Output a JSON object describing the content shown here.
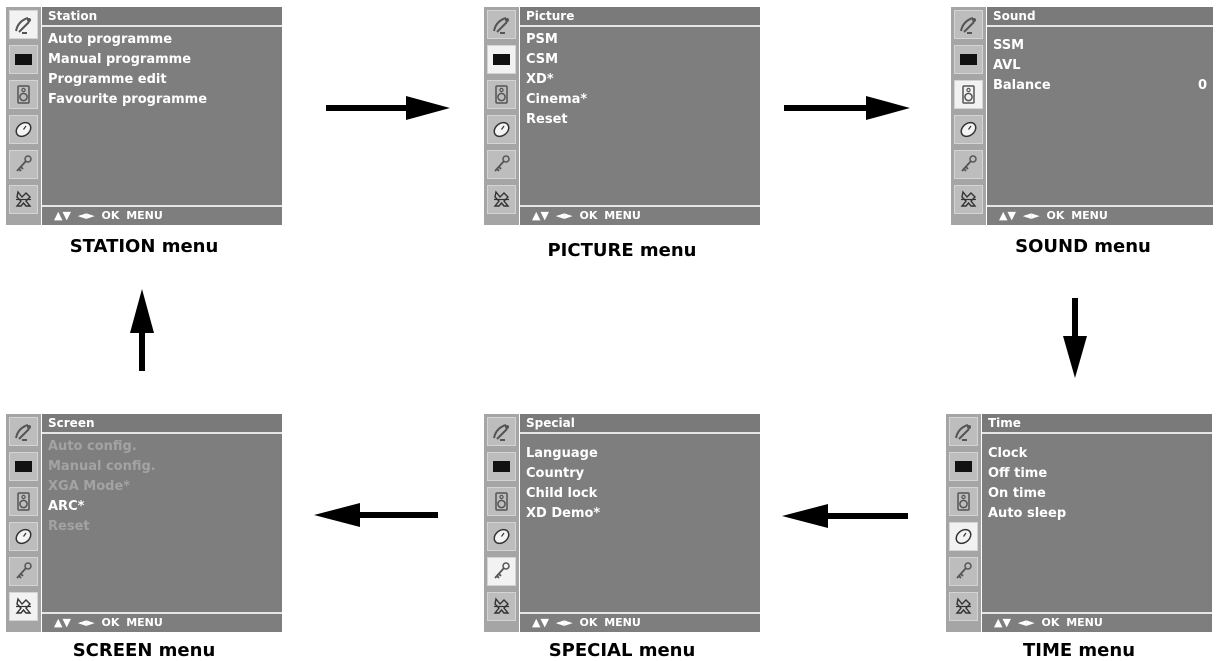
{
  "nav_hint": "▲▼ ◄► OK MENU",
  "icons": [
    "satellite-dish-icon",
    "picture-icon",
    "speaker-icon",
    "clock-icon",
    "key-icon",
    "tools-icon"
  ],
  "panels": [
    {
      "title": "Station",
      "caption": "STATION menu",
      "active": 0,
      "items": [
        {
          "label": "Auto programme"
        },
        {
          "label": "Manual programme"
        },
        {
          "label": "Programme edit"
        },
        {
          "label": "Favourite programme"
        }
      ]
    },
    {
      "title": "Picture",
      "caption": "PICTURE menu",
      "active": 1,
      "items": [
        {
          "label": "PSM"
        },
        {
          "label": "CSM"
        },
        {
          "label": "XD*"
        },
        {
          "label": "Cinema*"
        },
        {
          "label": "Reset"
        }
      ]
    },
    {
      "title": "Sound",
      "caption": "SOUND menu",
      "active": 2,
      "items": [
        {
          "label": "SSM"
        },
        {
          "label": "AVL"
        },
        {
          "label": "Balance",
          "value": "0"
        }
      ]
    },
    {
      "title": "Time",
      "caption": "TIME menu",
      "active": 3,
      "items": [
        {
          "label": "Clock"
        },
        {
          "label": "Off time"
        },
        {
          "label": "On time"
        },
        {
          "label": "Auto sleep"
        }
      ]
    },
    {
      "title": "Special",
      "caption": "SPECIAL menu",
      "active": 4,
      "items": [
        {
          "label": "Language"
        },
        {
          "label": "Country"
        },
        {
          "label": "Child lock"
        },
        {
          "label": "XD Demo*"
        }
      ]
    },
    {
      "title": "Screen",
      "caption": "SCREEN menu",
      "active": 5,
      "items": [
        {
          "label": "Auto config.",
          "dim": true
        },
        {
          "label": "Manual config.",
          "dim": true
        },
        {
          "label": "XGA Mode*",
          "dim": true
        },
        {
          "label": "ARC*"
        },
        {
          "label": "Reset",
          "dim": true
        }
      ]
    }
  ]
}
